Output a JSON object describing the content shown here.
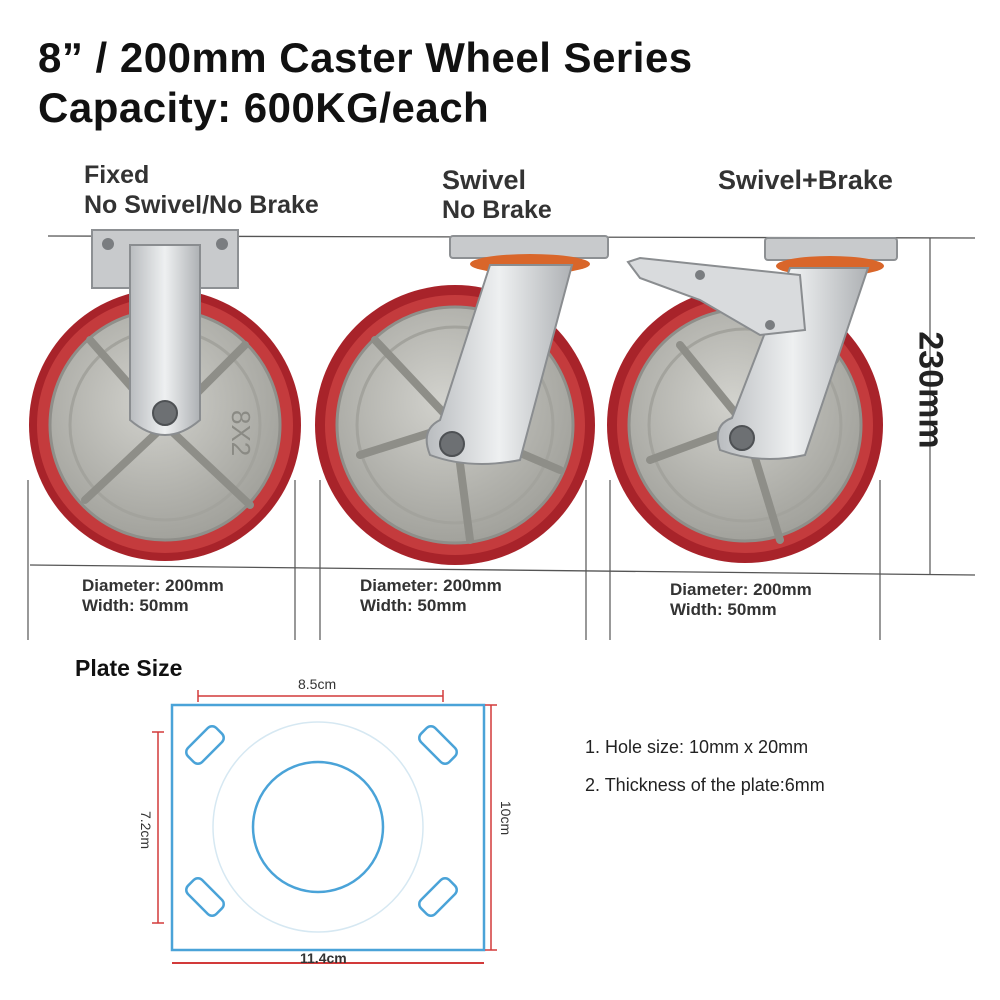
{
  "header": {
    "title_line1": "8” / 200mm Caster Wheel Series",
    "title_line2": "Capacity: 600KG/each"
  },
  "variants": [
    {
      "line1": "Fixed",
      "line2": "No Swivel/No Brake",
      "diameter": "Diameter: 200mm",
      "width": "Width: 50mm",
      "wheel_marking": "8X2"
    },
    {
      "line1": "Swivel",
      "line2": "No Brake",
      "diameter": "Diameter: 200mm",
      "width": "Width: 50mm"
    },
    {
      "line1": "Swivel+Brake",
      "line2": "",
      "diameter": "Diameter: 200mm",
      "width": "Width: 50mm"
    }
  ],
  "height_dimension": "230mm",
  "plate": {
    "title": "Plate Size",
    "dim_hole_spacing_x": "8.5cm",
    "dim_hole_spacing_y": "7.2cm",
    "dim_width": "11.4cm",
    "dim_height": "10cm",
    "notes": [
      "1. Hole size: 10mm x 20mm",
      "2. Thickness of the plate:6mm"
    ]
  },
  "colors": {
    "tread_red": "#b3282d",
    "hub_grey": "#b9b9b4",
    "bracket_silver": "#d4d6d8",
    "swivel_orange": "#d9662a",
    "plate_outline": "#4aa3d8",
    "dim_line_red": "#d23a3a"
  }
}
